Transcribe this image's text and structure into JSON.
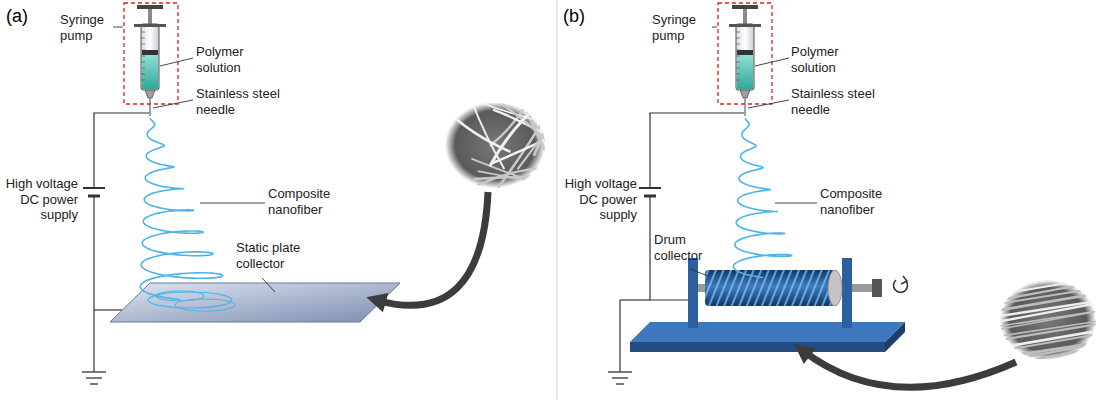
{
  "diagram": {
    "labels": [
      "(a)",
      "Syringe pump",
      "Polymer solution",
      "Stainless steel needle",
      "High voltage DC power supply",
      "Composite nanofiber",
      "Static plate collector",
      "(b)",
      "Syringe pump",
      "Polymer solution",
      "Stainless steel needle",
      "High voltage DC power supply",
      "Drum collector",
      "Composite nanofiber"
    ]
  }
}
